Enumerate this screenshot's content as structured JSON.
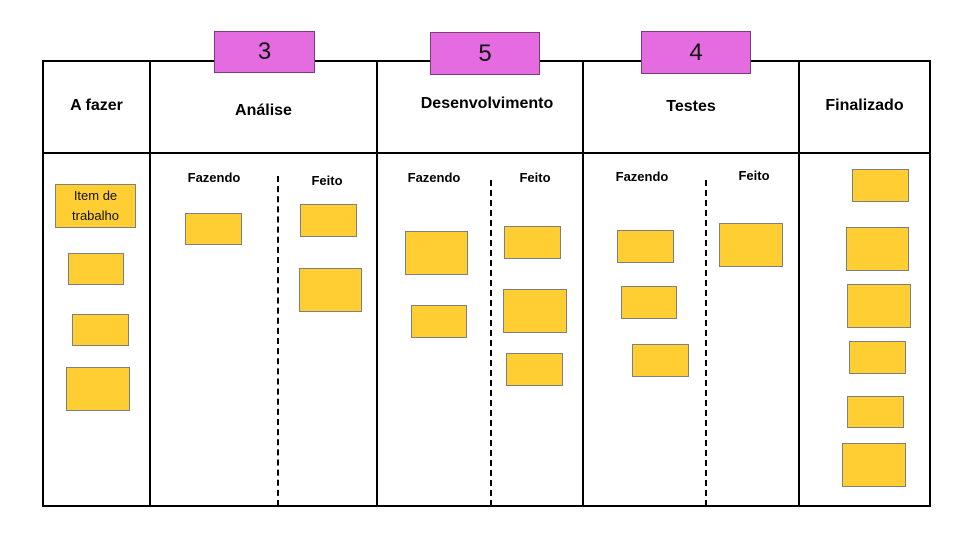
{
  "board": {
    "columns": [
      {
        "id": "a-fazer",
        "title": "A fazer"
      },
      {
        "id": "analise",
        "title": "Análise",
        "wip_limit": "3",
        "subcolumns": [
          "Fazendo",
          "Feito"
        ]
      },
      {
        "id": "desenvolvimento",
        "title": "Desenvolvimento",
        "wip_limit": "5",
        "subcolumns": [
          "Fazendo",
          "Feito"
        ]
      },
      {
        "id": "testes",
        "title": "Testes",
        "wip_limit": "4",
        "subcolumns": [
          "Fazendo",
          "Feito"
        ]
      },
      {
        "id": "finalizado",
        "title": "Finalizado"
      }
    ],
    "card_label": "Item de\ntrabalho",
    "colors": {
      "card_fill": "#ffce33",
      "wip_fill": "#e46be0",
      "lines": "#000000"
    }
  }
}
